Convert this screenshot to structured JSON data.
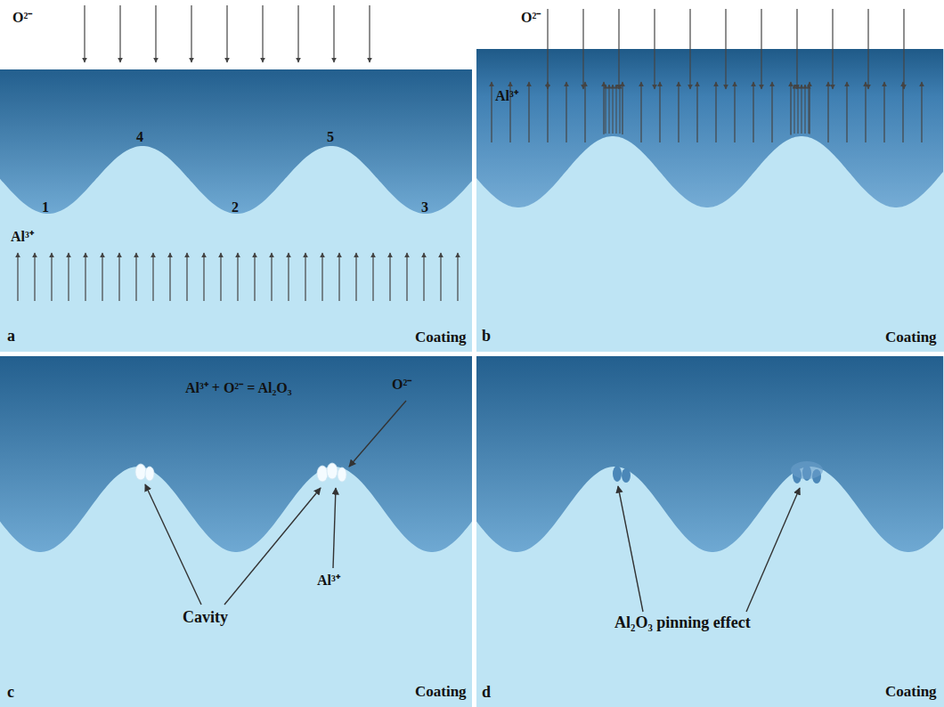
{
  "diagram": {
    "labels": [
      "O²⁻",
      "4",
      "5",
      "1",
      "2",
      "3",
      "Al³⁺",
      "a",
      "Coating",
      "O²⁻",
      "Al³⁺",
      "b",
      "Coating",
      "Al³⁺ + O²⁻ = Al₂O₃",
      "O²⁻",
      "Cavity",
      "Al³⁺",
      "c",
      "Coating",
      "Al₂O₃ pinning effect",
      "d",
      "Coating"
    ]
  }
}
